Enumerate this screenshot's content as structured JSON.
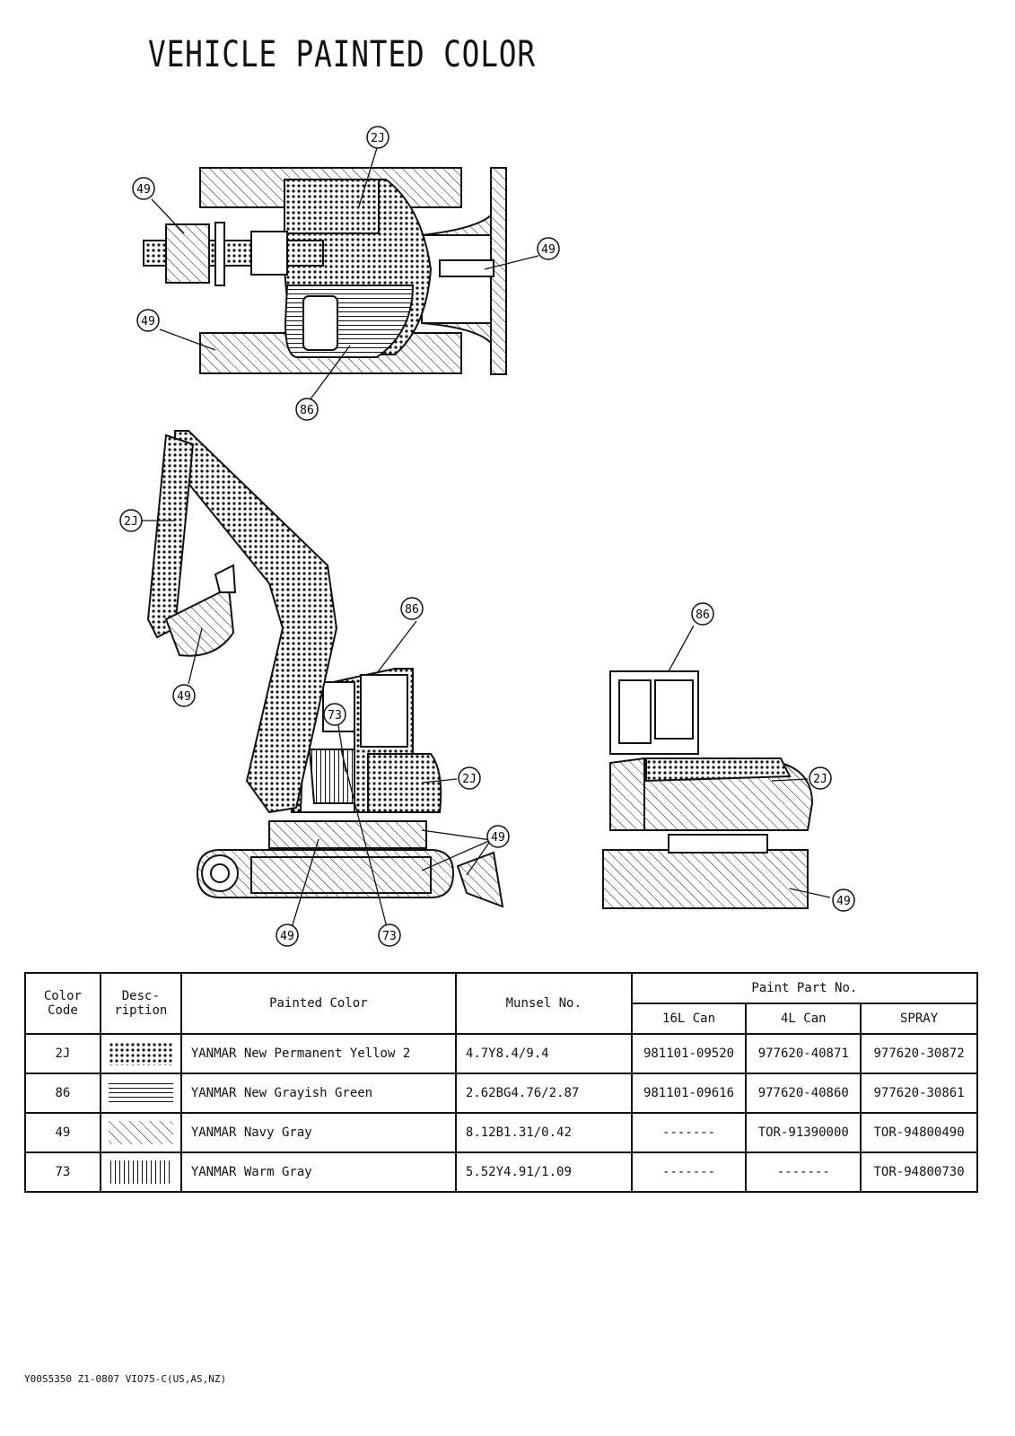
{
  "title": "VEHICLE PAINTED COLOR",
  "callouts": {
    "top_2j": "2J",
    "top_49_left_upper": "49",
    "top_49_right": "49",
    "top_49_left_lower": "49",
    "top_86": "86",
    "side_2j": "2J",
    "side_86": "86",
    "side_49_bucket": "49",
    "side_73_cab": "73",
    "side_2j_right": "2J",
    "side_49_track": "49",
    "side_49_bottom": "49",
    "side_73_bottom": "73",
    "rear_86": "86",
    "rear_2j": "2J",
    "rear_49": "49"
  },
  "table": {
    "headers": {
      "color_code": [
        "Color",
        "Code"
      ],
      "description": [
        "Desc-",
        "ription"
      ],
      "painted_color": "Painted Color",
      "munsel": "Munsel No.",
      "paint_part": "Paint Part No.",
      "can16": "16L Can",
      "can4": "4L Can",
      "spray": "SPRAY"
    },
    "rows": [
      {
        "code": "2J",
        "pattern": "dots",
        "color": "YANMAR New Permanent Yellow 2",
        "munsel": "4.7Y8.4/9.4",
        "can16": "981101-09520",
        "can4": "977620-40871",
        "spray": "977620-30872"
      },
      {
        "code": "86",
        "pattern": "horizontal-lines",
        "color": "YANMAR New Grayish Green",
        "munsel": "2.62BG4.76/2.87",
        "can16": "981101-09616",
        "can4": "977620-40860",
        "spray": "977620-30861"
      },
      {
        "code": "49",
        "pattern": "diagonal-hatch",
        "color": "YANMAR Navy Gray",
        "munsel": "8.12B1.31/0.42",
        "can16": "-------",
        "can4": "TOR-91390000",
        "spray": "TOR-94800490"
      },
      {
        "code": "73",
        "pattern": "vertical-lines",
        "color": "YANMAR Warm Gray",
        "munsel": "5.52Y4.91/1.09",
        "can16": "-------",
        "can4": "-------",
        "spray": "TOR-94800730"
      }
    ]
  },
  "footer": "Y00S5350 Z1-0807 VIO75-C(US,AS,NZ)"
}
